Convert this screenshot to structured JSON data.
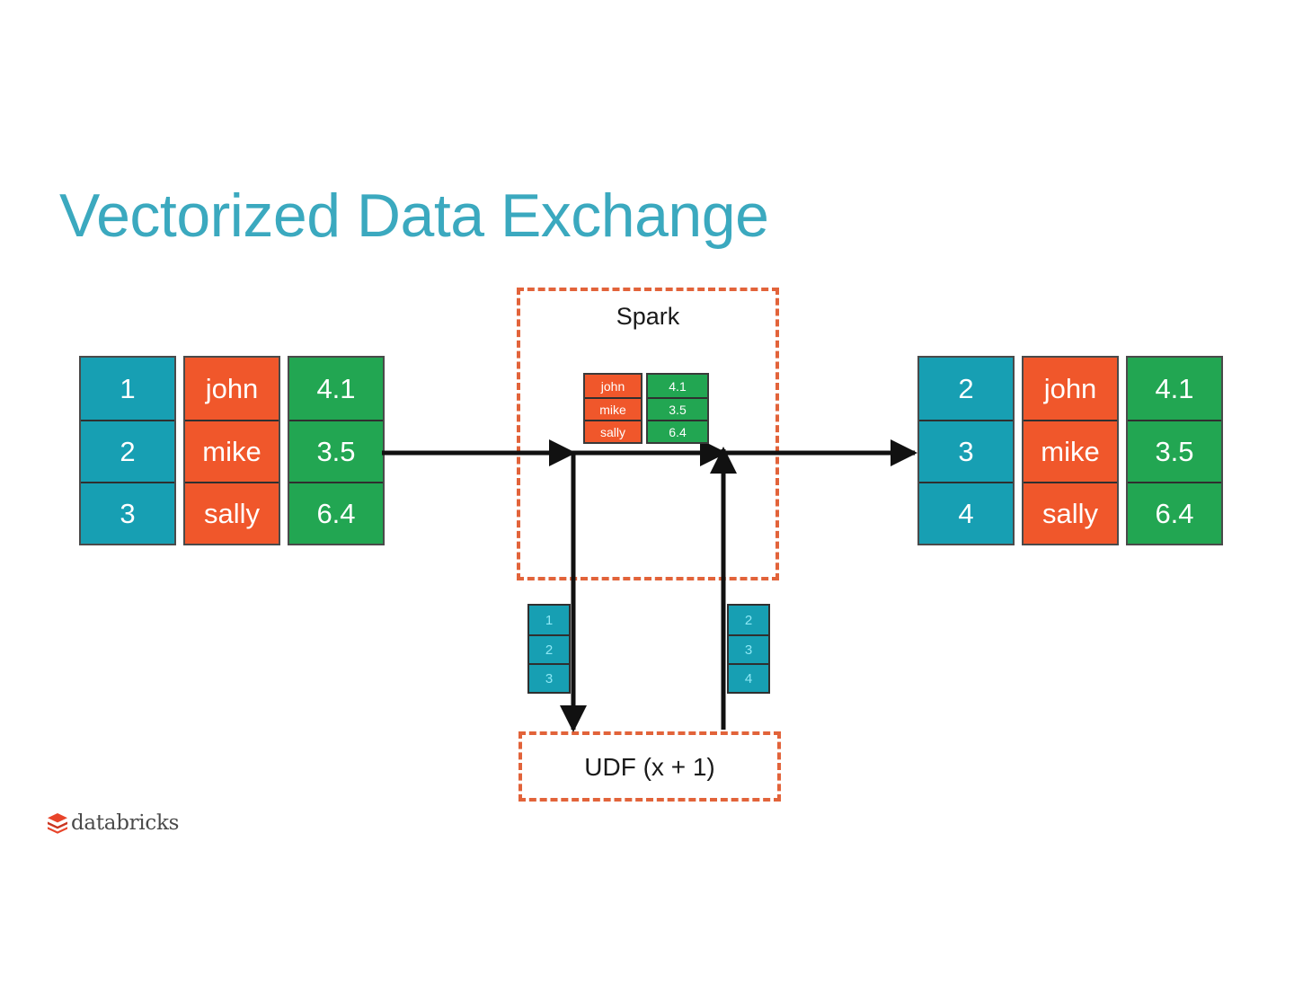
{
  "slide": {
    "title": "Vectorized Data Exchange",
    "title_color": "#3BA9BF",
    "background": "#ffffff"
  },
  "palette": {
    "teal": "#179FB3",
    "orange": "#F0572B",
    "green": "#22A652",
    "dashed_orange": "#E2633A",
    "arrow_black": "#111111",
    "logo_red": "#E8442A"
  },
  "input_table": {
    "name": "input-dataframe",
    "columns": [
      {
        "color": "teal",
        "cells": [
          "1",
          "2",
          "3"
        ]
      },
      {
        "color": "orange",
        "cells": [
          "john",
          "mike",
          "sally"
        ]
      },
      {
        "color": "green",
        "cells": [
          "4.1",
          "3.5",
          "6.4"
        ]
      }
    ]
  },
  "output_table": {
    "name": "output-dataframe",
    "columns": [
      {
        "color": "teal",
        "cells": [
          "2",
          "3",
          "4"
        ]
      },
      {
        "color": "orange",
        "cells": [
          "john",
          "mike",
          "sally"
        ]
      },
      {
        "color": "green",
        "cells": [
          "4.1",
          "3.5",
          "6.4"
        ]
      }
    ]
  },
  "spark": {
    "label": "Spark",
    "retained_table": {
      "columns": [
        {
          "color": "orange",
          "cells": [
            "john",
            "mike",
            "sally"
          ]
        },
        {
          "color": "green",
          "cells": [
            "4.1",
            "3.5",
            "6.4"
          ]
        }
      ]
    }
  },
  "udf": {
    "label": "UDF (x + 1)"
  },
  "transfer_in": {
    "label": "udf-input-column",
    "cells": [
      "1",
      "2",
      "3"
    ]
  },
  "transfer_out": {
    "label": "udf-output-column",
    "cells": [
      "2",
      "3",
      "4"
    ]
  },
  "branding": {
    "logo_text": "databricks",
    "logo_icon": "databricks-stack-icon"
  }
}
